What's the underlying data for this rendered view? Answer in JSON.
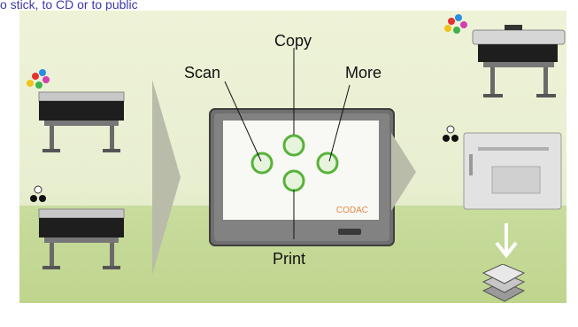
{
  "header": {
    "caption": "o stick, to CD or to public"
  },
  "panel": {
    "device": {
      "brand_text": "CODAC"
    },
    "callouts": {
      "copy": "Copy",
      "scan": "Scan",
      "more": "More",
      "print": "Print"
    }
  },
  "colors": {
    "background": "#e9efd3",
    "ground": "#c4d994",
    "arrow": "#b8bca9",
    "button_ring": "#58b23a",
    "brand": "#e38a46"
  },
  "icons": [
    "color-dots-icon",
    "bw-dots-icon",
    "down-arrow-icon",
    "paper-stack-icon"
  ]
}
